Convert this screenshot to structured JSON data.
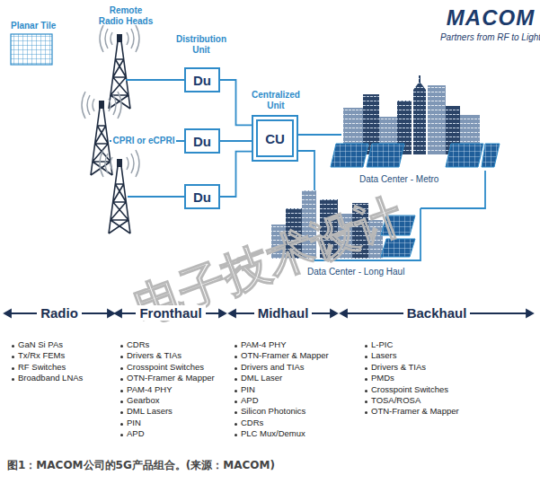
{
  "diagram": {
    "caption": "图1：MACOM公司的5G产品组合。(来源：MACOM)",
    "nodes": [
      {
        "text": [
          "Du"
        ]
      },
      {
        "text": [
          "Du"
        ]
      },
      {
        "text": [
          "Du"
        ]
      },
      {
        "text": [
          "CU"
        ]
      }
    ],
    "edges": [
      {
        "from": 0,
        "to": 3,
        "arrow": "none"
      },
      {
        "from": 1,
        "to": 3,
        "arrow": "none"
      },
      {
        "from": 2,
        "to": 3,
        "arrow": "none"
      }
    ],
    "labels": [
      "MACOM",
      "Partners from RF to Light",
      "Planar Tile",
      "Remote Radio Heads",
      "Distribution Unit",
      "Centralized Unit",
      "CPRI or eCPRI",
      "Data Center - Metro",
      "Data Center - Long Haul",
      "Radio",
      "Fronthaul",
      "Midhaul",
      "Backhaul",
      "GaN Si PAs",
      "Tx/Rx FEMs",
      "RF Switches",
      "Broadband LNAs",
      "CDRs",
      "Drivers & TIAs",
      "Crosspoint Switches",
      "OTN-Framer & Mapper",
      "PAM-4 PHY",
      "Gearbox",
      "DML Lasers",
      "PIN",
      "APD",
      "PAM-4 PHY",
      "OTN-Framer & Mapper",
      "Drivers and TIAs",
      "DML Laser",
      "PIN",
      "APD",
      "Silicon Photonics",
      "CDRs",
      "PLC Mux/Demux",
      "L-PIC",
      "Lasers",
      "Drivers & TIAs",
      "PMDs",
      "Crosspoint Switches",
      "TOSA/ROSA",
      "OTN-Framer & Mapper",
      "电子技术设计"
    ]
  }
}
